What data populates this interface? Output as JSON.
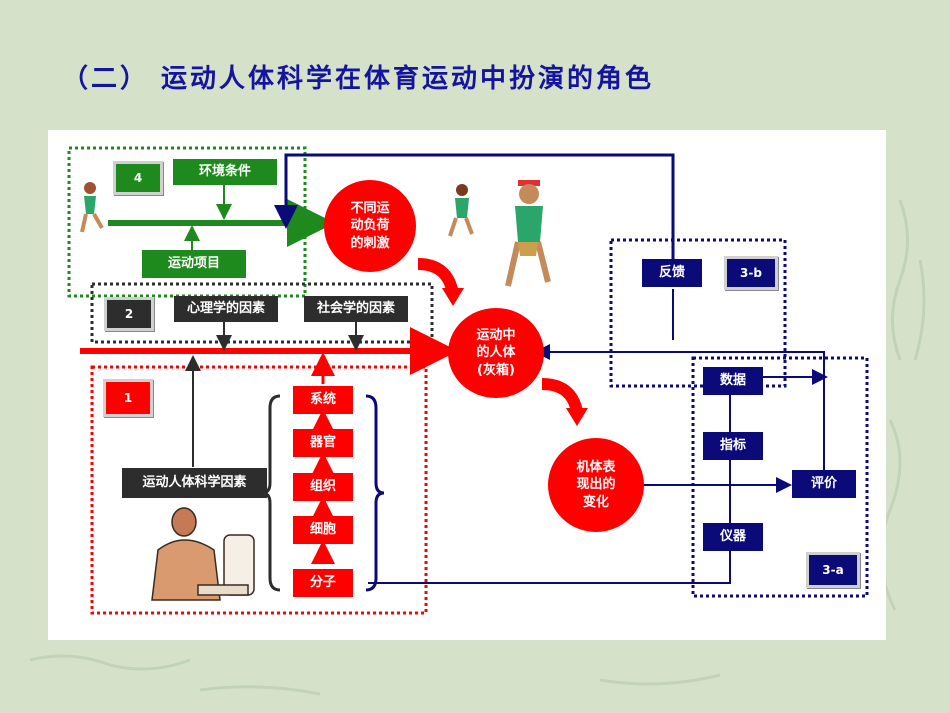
{
  "title": "（二） 运动人体科学在体育运动中扮演的角色",
  "diagram": {
    "group4": {
      "badge": "4",
      "env": "环境条件",
      "sport": "运动项目"
    },
    "group2": {
      "badge": "2",
      "psych": "心理学的因素",
      "social": "社会学的因素"
    },
    "group1": {
      "badge": "1",
      "science": "运动人体科学因素",
      "levels": [
        "系统",
        "器官",
        "组织",
        "细胞",
        "分子"
      ]
    },
    "stimulus": [
      "不同运",
      "动负荷",
      "的刺激"
    ],
    "body": [
      "运动中",
      "的人体",
      "(灰箱)"
    ],
    "change": [
      "机体表",
      "现出的",
      "变化"
    ],
    "group3b": {
      "badge": "3-b",
      "feedback": "反馈"
    },
    "group3a": {
      "badge": "3-a",
      "data": "数据",
      "index": "指标",
      "instrument": "仪器",
      "evaluate": "评价"
    }
  },
  "colors": {
    "green": "#1e8a1e",
    "red": "#ff0000",
    "navy": "#0a0a78",
    "dark": "#2d2d2d",
    "title": "#1414a0"
  }
}
